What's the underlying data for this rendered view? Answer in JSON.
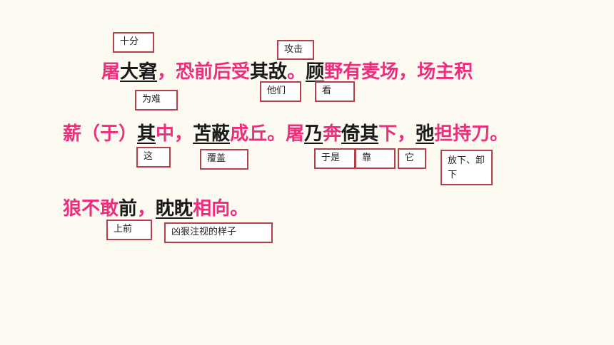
{
  "line1": [
    {
      "text": "屠",
      "style": "pink"
    },
    {
      "text": "大窘",
      "style": "black",
      "underline": true
    },
    {
      "text": "，恐前后受",
      "style": "pink"
    },
    {
      "text": "其敌",
      "style": "black",
      "underline": false
    },
    {
      "text": "。",
      "style": "pink"
    },
    {
      "text": "顾",
      "style": "black",
      "underline": true
    },
    {
      "text": "野有麦场，场主积",
      "style": "pink"
    }
  ],
  "line2": [
    {
      "text": "薪（于）",
      "style": "pink"
    },
    {
      "text": "其",
      "style": "black",
      "underline": true
    },
    {
      "text": "中，",
      "style": "pink"
    },
    {
      "text": "苫蔽",
      "style": "black",
      "underline": true
    },
    {
      "text": "成丘。屠",
      "style": "pink"
    },
    {
      "text": "乃",
      "style": "black",
      "underline": true
    },
    {
      "text": "奔",
      "style": "pink"
    },
    {
      "text": "倚",
      "style": "black",
      "underline": true
    },
    {
      "text": "其",
      "style": "black",
      "underline": true
    },
    {
      "text": "下，",
      "style": "pink"
    },
    {
      "text": "弛",
      "style": "black",
      "underline": true
    },
    {
      "text": "担持刀。",
      "style": "pink"
    }
  ],
  "line3": [
    {
      "text": "狼不敢",
      "style": "pink"
    },
    {
      "text": "前",
      "style": "black",
      "underline": false
    },
    {
      "text": "，",
      "style": "pink"
    },
    {
      "text": "眈眈",
      "style": "black",
      "underline": true
    },
    {
      "text": "相向。",
      "style": "pink"
    }
  ],
  "notes": {
    "shifen": "十分",
    "gongji": "攻击",
    "weinan": "为难",
    "tamen": "他们",
    "kan": "看",
    "zhe": "这",
    "fugai": "覆盖",
    "yushi": "于是",
    "kao": "靠",
    "ta": "它",
    "fangxia": "放下、卸下",
    "shangqian": "上前",
    "xionglang": "凶狠注视的样子"
  }
}
